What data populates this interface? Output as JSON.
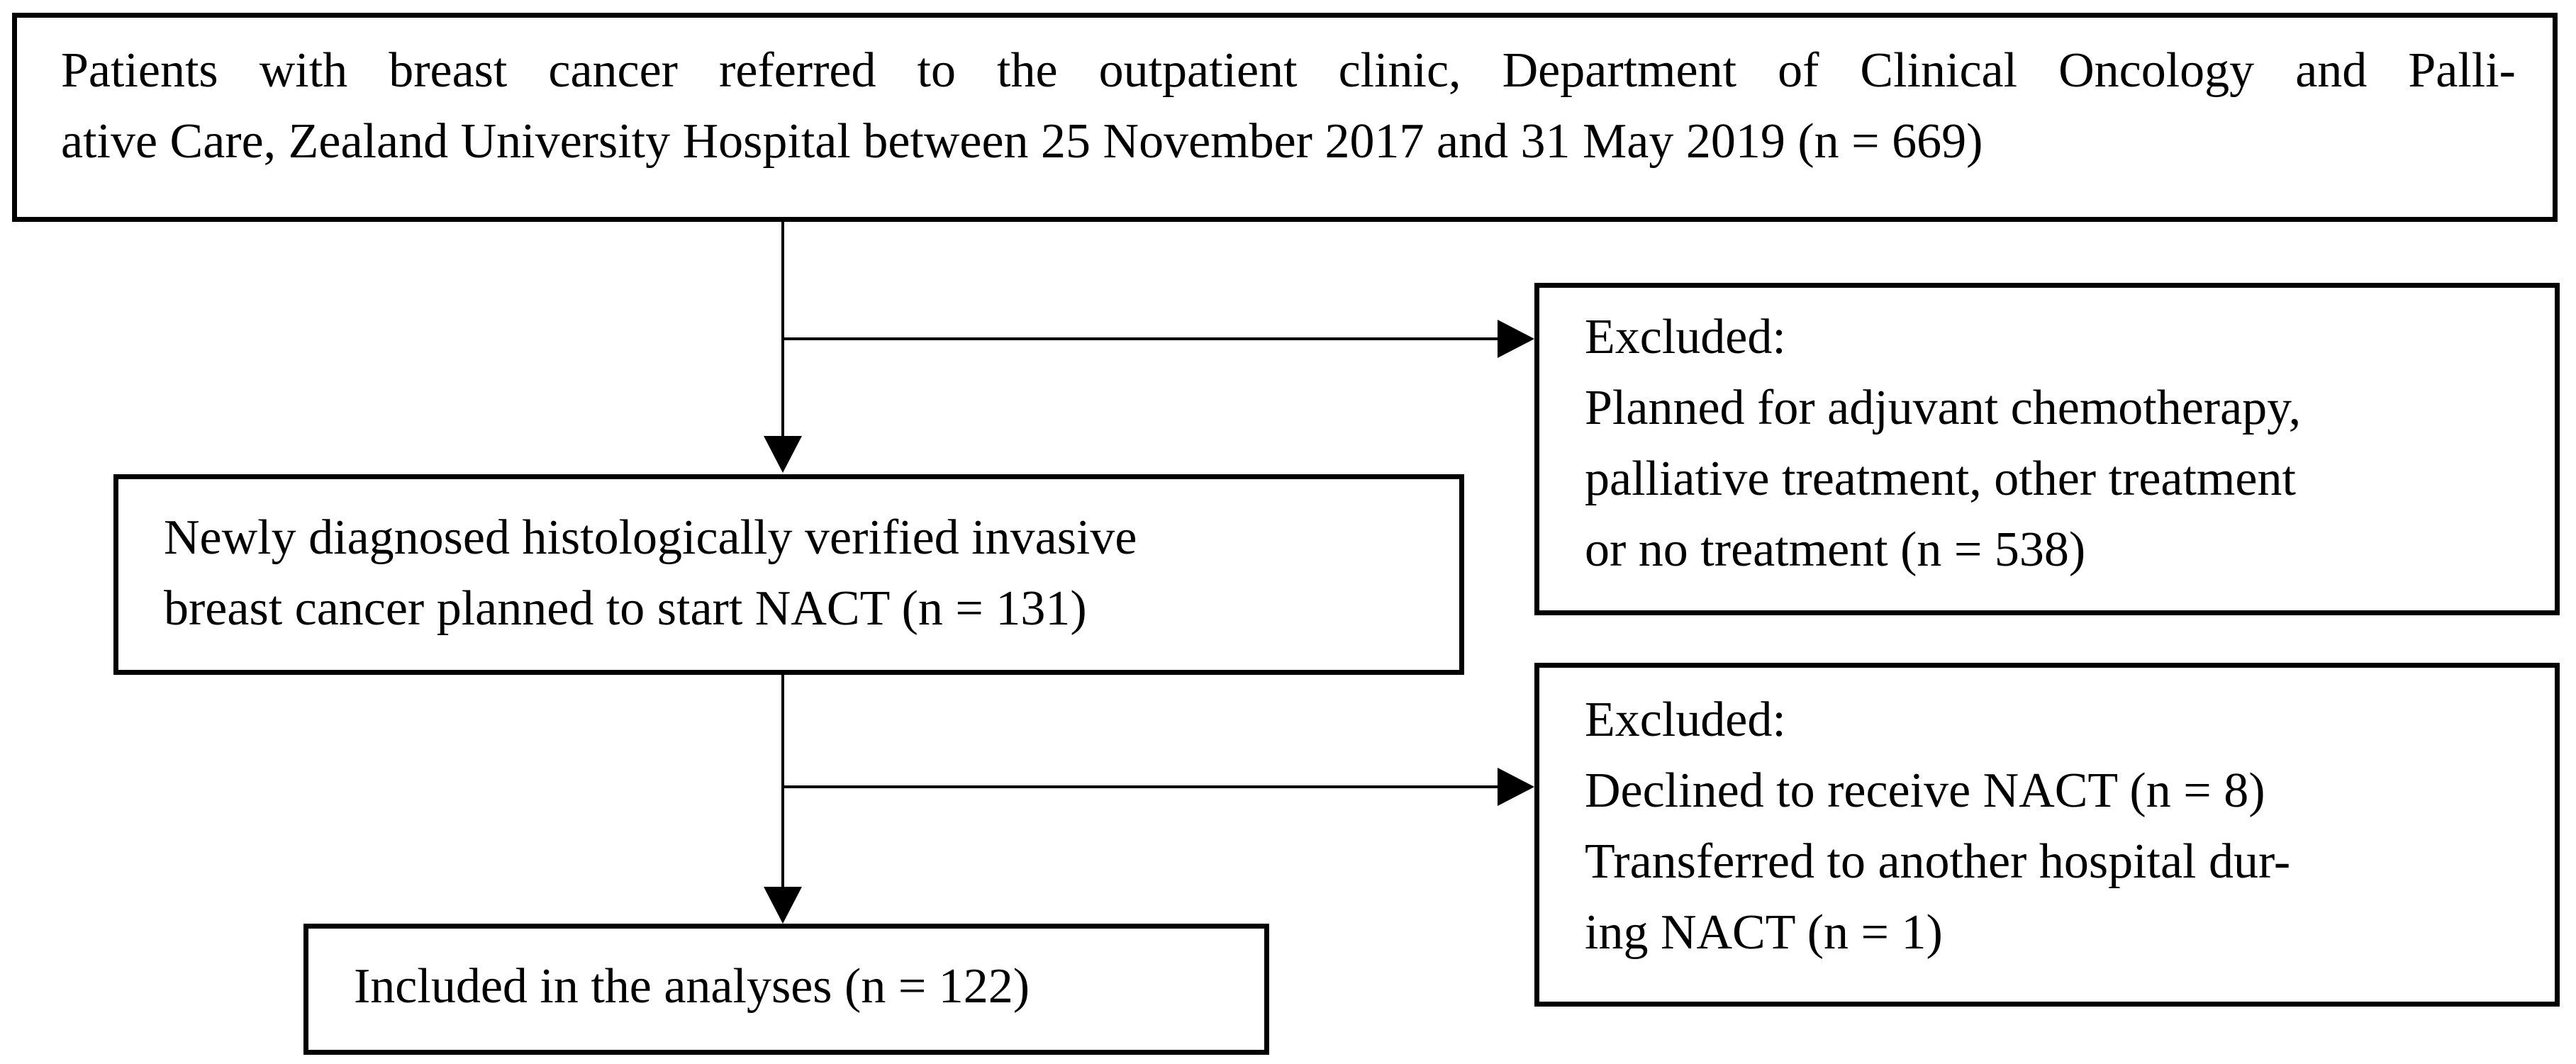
{
  "colors": {
    "background": "#ffffff",
    "foreground": "#000000"
  },
  "boxes": {
    "referred": {
      "lines": [
        "Patients with breast cancer referred to the outpatient clinic, Department of Clinical Oncology and Palli-",
        "ative Care, Zealand University Hospital between 25 November 2017 and 31 May 2019 (n = 669)"
      ]
    },
    "planned": {
      "lines": [
        "Newly diagnosed histologically verified invasive",
        "breast cancer planned to start NACT (n = 131)"
      ]
    },
    "excluded_pre": {
      "lines": [
        "Excluded:",
        "Planned for adjuvant chemotherapy,",
        "palliative treatment, other treatment",
        "or no treatment (n = 538)"
      ]
    },
    "excluded_during": {
      "lines": [
        "Excluded:",
        "Declined to receive NACT (n = 8)",
        "Transferred to another hospital dur-",
        "ing NACT (n = 1)"
      ]
    },
    "included": {
      "lines": [
        "Included in the analyses (n = 122)"
      ]
    }
  }
}
